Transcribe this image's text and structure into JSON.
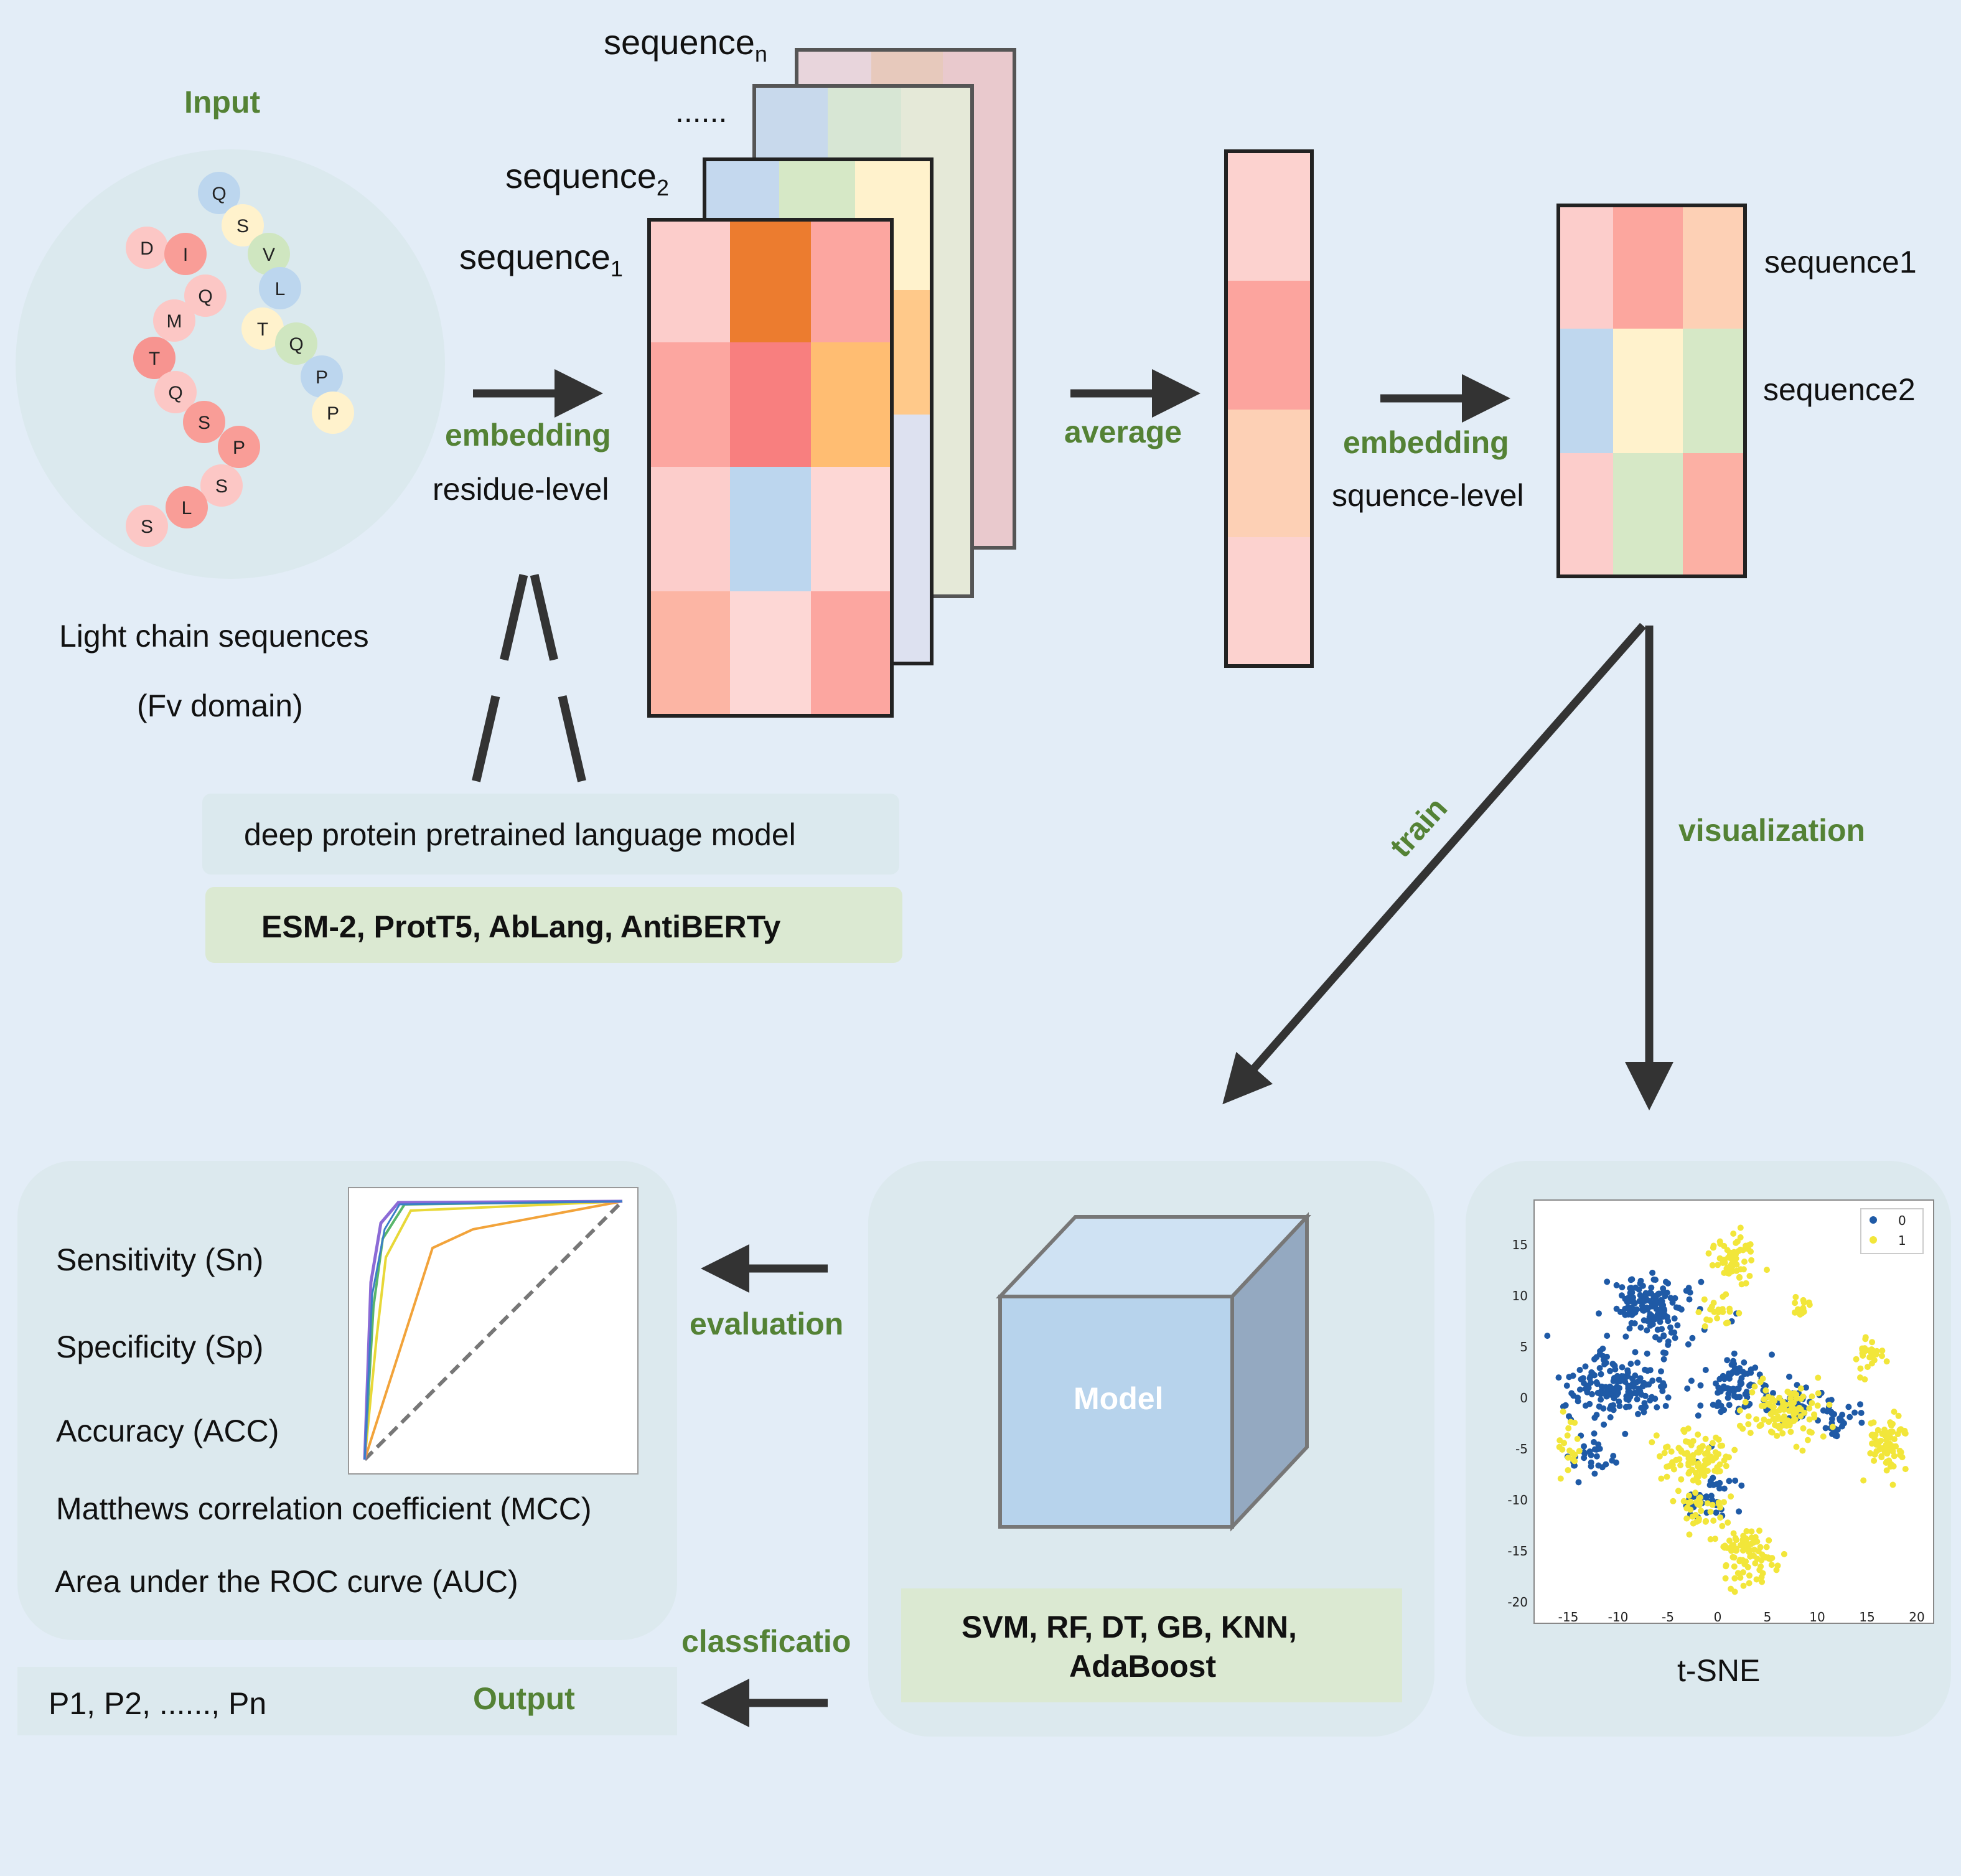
{
  "input": {
    "title": "Input",
    "residues": [
      "Q",
      "S",
      "V",
      "L",
      "T",
      "Q",
      "P",
      "P",
      "D",
      "I",
      "Q",
      "M",
      "T",
      "Q",
      "S",
      "P",
      "S",
      "L",
      "S"
    ],
    "caption_line1": "Light chain sequences",
    "caption_line2": "(Fv domain)"
  },
  "residue_embedding": {
    "label": "embedding",
    "sublabel": "residue-level"
  },
  "stack": {
    "seq1": "sequence",
    "seq1_sub": "1",
    "seq2": "sequence",
    "seq2_sub": "2",
    "ellipsis": "......",
    "seqn": "sequence",
    "seqn_sub": "n"
  },
  "average_label": "average",
  "seq_embedding": {
    "label": "embedding",
    "sublabel": "squence-level"
  },
  "matrix_rows": [
    "sequence1",
    "sequence2"
  ],
  "plm": {
    "title": "deep protein pretrained language model",
    "models": "ESM-2, ProtT5, AbLang, AntiBERTy"
  },
  "train_label": "train",
  "visualization_label": "visualization",
  "metrics": [
    "Sensitivity (Sn)",
    "Specificity (Sp)",
    "Accuracy (ACC)",
    "Matthews correlation coefficient (MCC)",
    "Area under the ROC curve (AUC)"
  ],
  "evaluation_label": "evaluation",
  "classification_label": "classficatio",
  "output": {
    "predictions": "P1, P2, ......, Pn",
    "label": "Output"
  },
  "model": {
    "cube_label": "Model",
    "algorithms_line1": "SVM, RF, DT, GB, KNN,",
    "algorithms_line2": "AdaBoost"
  },
  "tsne": {
    "caption": "t-SNE",
    "legend": [
      "0",
      "1"
    ],
    "xticks": [
      "-15",
      "-10",
      "-5",
      "0",
      "5",
      "10",
      "15",
      "20"
    ],
    "yticks": [
      "15",
      "10",
      "5",
      "0",
      "-5",
      "-10",
      "-15",
      "-20"
    ]
  },
  "colors": {
    "background": "#e3edf7",
    "accent_green": "#548235",
    "class0": "#1f5aa6",
    "class1": "#f2e63a",
    "arrow": "#333333"
  }
}
